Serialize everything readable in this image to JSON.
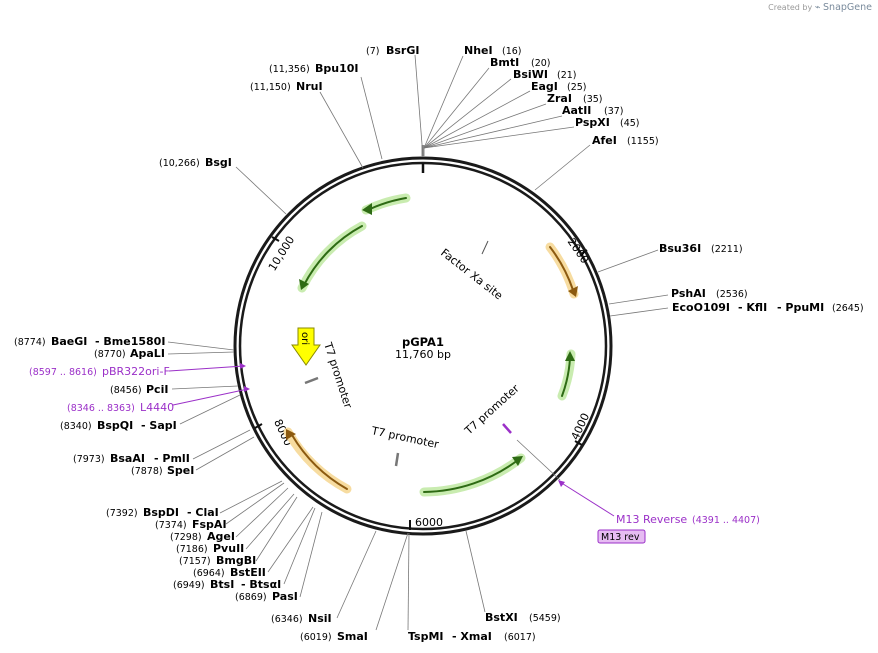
{
  "credit": {
    "prefix": "Created by",
    "brand": "SnapGene"
  },
  "plasmid": {
    "name": "pGPA1",
    "size": "11,760 bp"
  },
  "ticks": [
    "2000",
    "4000",
    "6000",
    "8000",
    "10,000"
  ],
  "features": {
    "factor_xa": "Factor Xa site",
    "t7_promoter_1": "T7 promoter",
    "t7_promoter_2": "T7 promoter",
    "t7_promoter_3": "T7 promoter",
    "ori": "ori"
  },
  "primers": {
    "pbr322": {
      "pos": "(8597 .. 8616)",
      "name": "pBR322ori-F"
    },
    "l4440": {
      "pos": "(8346 .. 8363)",
      "name": "L4440"
    },
    "m13": {
      "name": "M13 Reverse",
      "pos": "(4391 .. 4407)",
      "badge": "M13 rev"
    }
  },
  "sites": {
    "bsrgi": {
      "name": "BsrGI",
      "pos": "(7)"
    },
    "nhei": {
      "name": "NheI",
      "pos": "(16)"
    },
    "bmti": {
      "name": "BmtI",
      "pos": "(20)"
    },
    "bsiwi": {
      "name": "BsiWI",
      "pos": "(21)"
    },
    "eagi": {
      "name": "EagI",
      "pos": "(25)"
    },
    "zrai": {
      "name": "ZraI",
      "pos": "(35)"
    },
    "aatii": {
      "name": "AatII",
      "pos": "(37)"
    },
    "pspxi": {
      "name": "PspXI",
      "pos": "(45)"
    },
    "afei": {
      "name": "AfeI",
      "pos": "(1155)"
    },
    "bsu36i": {
      "name": "Bsu36I",
      "pos": "(2211)"
    },
    "pshai": {
      "name": "PshAI",
      "pos": "(2536)"
    },
    "eco": {
      "name": "EcoO109I",
      "name2": "- KflI",
      "name3": "- PpuMI",
      "pos": "(2645)"
    },
    "bpu10i": {
      "name": "Bpu10I",
      "pos": "(11,356)"
    },
    "nrui": {
      "name": "NruI",
      "pos": "(11,150)"
    },
    "bsgi": {
      "name": "BsgI",
      "pos": "(10,266)"
    },
    "baegi": {
      "name": "BaeGI",
      "name2": "- Bme1580I",
      "pos": "(8774)"
    },
    "apali": {
      "name": "ApaLI",
      "pos": "(8770)"
    },
    "pcii": {
      "name": "PciI",
      "pos": "(8456)"
    },
    "bspqi": {
      "name": "BspQI",
      "name2": "- SapI",
      "pos": "(8340)"
    },
    "bsaai": {
      "name": "BsaAI",
      "name2": "- PmlI",
      "pos": "(7973)"
    },
    "spei": {
      "name": "SpeI",
      "pos": "(7878)"
    },
    "bspdi": {
      "name": "BspDI",
      "name2": "- ClaI",
      "pos": "(7392)"
    },
    "fspai": {
      "name": "FspAI",
      "pos": "(7374)"
    },
    "agei": {
      "name": "AgeI",
      "pos": "(7298)"
    },
    "pvuii": {
      "name": "PvuII",
      "pos": "(7186)"
    },
    "bmgbi": {
      "name": "BmgBI",
      "pos": "(7157)"
    },
    "bsteii": {
      "name": "BstEII",
      "pos": "(6964)"
    },
    "btsi": {
      "name": "BtsI",
      "name2": "- BtsαI",
      "pos": "(6949)"
    },
    "pasi": {
      "name": "PasI",
      "pos": "(6869)"
    },
    "nsii": {
      "name": "NsiI",
      "pos": "(6346)"
    },
    "smai": {
      "name": "SmaI",
      "pos": "(6019)"
    },
    "tspmi": {
      "name": "TspMI",
      "name2": "- XmaI",
      "pos": "(6017)"
    },
    "bstxi": {
      "name": "BstXI",
      "pos": "(5459)"
    }
  }
}
